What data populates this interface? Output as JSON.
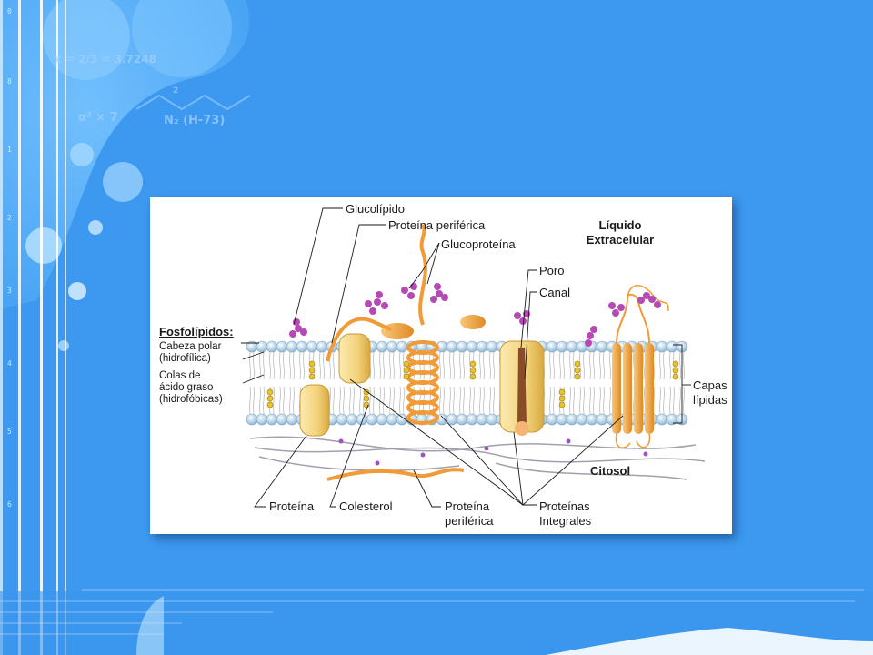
{
  "background": {
    "formula_top": "x = 2/3 = 3.7248",
    "formula_alpha": "α² × 7",
    "formula_n2": "N₂ (H-73)",
    "formula_small_2": "2",
    "ruler_marks": [
      "0",
      "8",
      "1",
      "2",
      "3",
      "4",
      "5",
      "6"
    ]
  },
  "diagram": {
    "labels": {
      "glucolipido": "Glucolípido",
      "proteina_periferica_top": "Proteína periférica",
      "glucoproteina": "Glucoproteína",
      "liquido": "Líquido",
      "extracelular": "Extracelular",
      "poro": "Poro",
      "canal": "Canal",
      "fosfolipidos": "Fosfolípidos:",
      "cabeza_polar": "Cabeza polar",
      "hidrofilica": "(hidrofílica)",
      "colas_de": "Colas de",
      "acido_graso": "ácido graso",
      "hidrofobicas": "(hidrofóbicas)",
      "capas": "Capas",
      "lipidas": "lípidas",
      "citosol": "Citosol",
      "proteina": "Proteína",
      "colesterol": "Colesterol",
      "proteina_periferica_bottom_1": "Proteína",
      "proteina_periferica_bottom_2": "periférica",
      "proteinas_integrales_1": "Proteínas",
      "proteinas_integrales_2": "Integrales"
    },
    "colors": {
      "lipid_head": "#b9d6ea",
      "protein_yellow": "#f6dc8c",
      "protein_orange": "#f4a640",
      "sugar": "#b64ab4",
      "cholesterol": "#e8c840"
    }
  }
}
